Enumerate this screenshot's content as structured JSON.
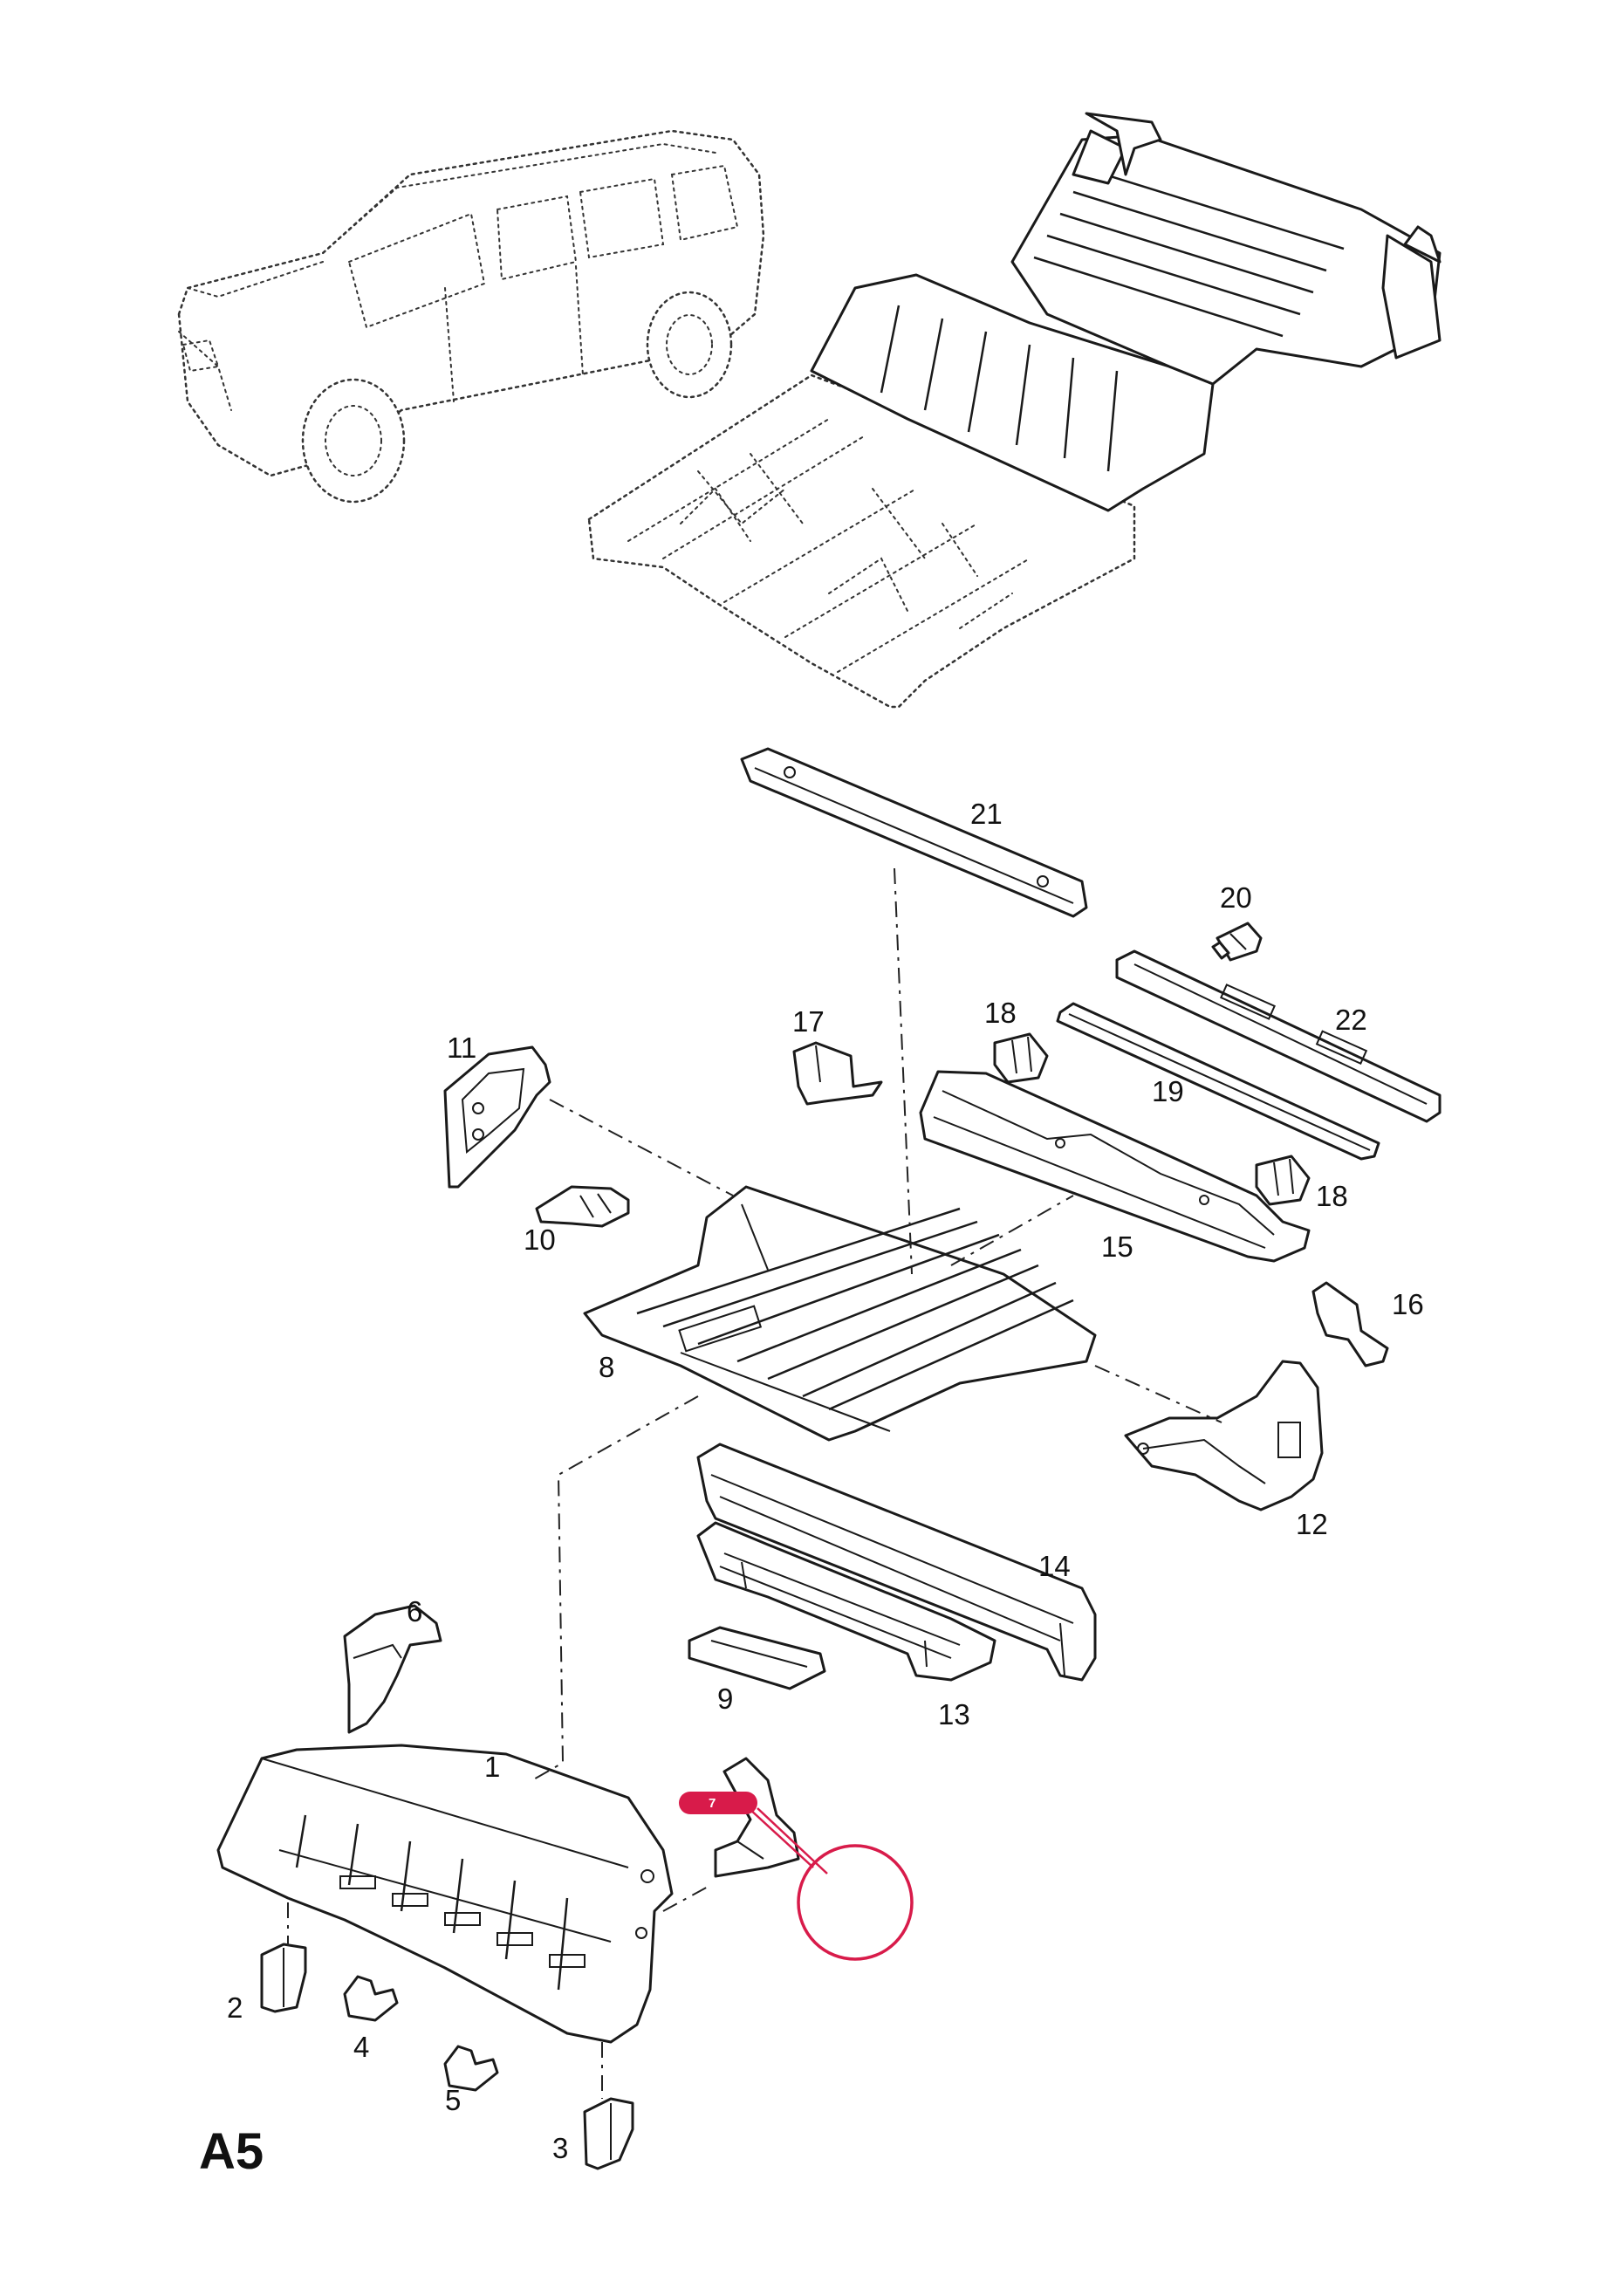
{
  "section_label": "A5",
  "part_labels": [
    {
      "id": "1",
      "text": "1"
    },
    {
      "id": "2",
      "text": "2"
    },
    {
      "id": "3",
      "text": "3"
    },
    {
      "id": "4",
      "text": "4"
    },
    {
      "id": "5",
      "text": "5"
    },
    {
      "id": "6",
      "text": "6"
    },
    {
      "id": "8",
      "text": "8"
    },
    {
      "id": "9",
      "text": "9"
    },
    {
      "id": "10",
      "text": "10"
    },
    {
      "id": "11",
      "text": "11"
    },
    {
      "id": "12",
      "text": "12"
    },
    {
      "id": "13",
      "text": "13"
    },
    {
      "id": "14",
      "text": "14"
    },
    {
      "id": "15",
      "text": "15"
    },
    {
      "id": "16",
      "text": "16"
    },
    {
      "id": "17",
      "text": "17"
    },
    {
      "id": "18a",
      "text": "18"
    },
    {
      "id": "18b",
      "text": "18"
    },
    {
      "id": "19",
      "text": "19"
    },
    {
      "id": "20",
      "text": "20"
    },
    {
      "id": "21",
      "text": "21"
    },
    {
      "id": "22",
      "text": "22"
    }
  ],
  "callout": {
    "number": "7",
    "color": "#d81b4a"
  }
}
